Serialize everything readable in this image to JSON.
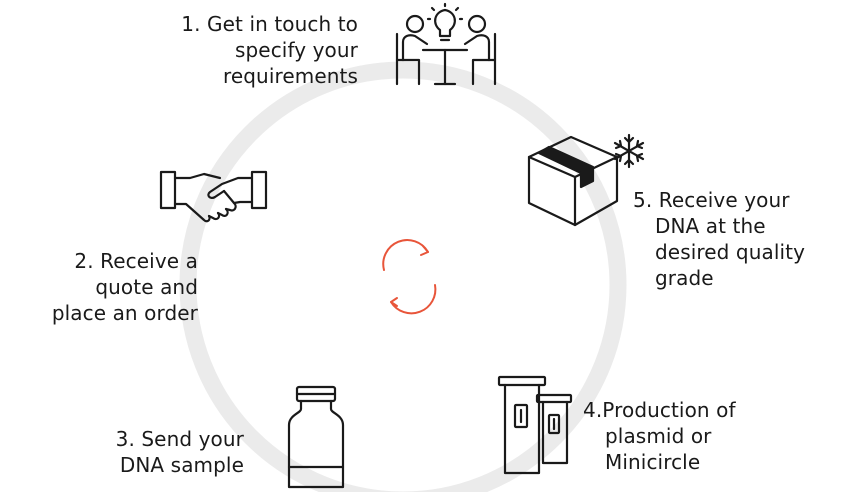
{
  "accent_color": "#e8553a",
  "ring_color": "#ebebeb",
  "ink_color": "#1a1a1a",
  "center_icon": "refresh-cycle-icon",
  "steps": [
    {
      "num": "1.",
      "lines": [
        "Get in touch to",
        "specify your",
        "requirements"
      ],
      "icon": "meeting-idea-icon"
    },
    {
      "num": "2.",
      "lines": [
        "Receive a",
        "quote and",
        "place an order"
      ],
      "icon": "handshake-icon"
    },
    {
      "num": "3.",
      "lines": [
        "Send your",
        "DNA sample"
      ],
      "icon": "vial-icon"
    },
    {
      "num": "4.",
      "lines": [
        "Production of",
        "plasmid or",
        "Minicircle"
      ],
      "icon": "test-tubes-icon"
    },
    {
      "num": "5.",
      "lines": [
        "Receive your",
        "DNA at the",
        "desired quality",
        "grade"
      ],
      "icon": "frozen-box-icon"
    }
  ]
}
